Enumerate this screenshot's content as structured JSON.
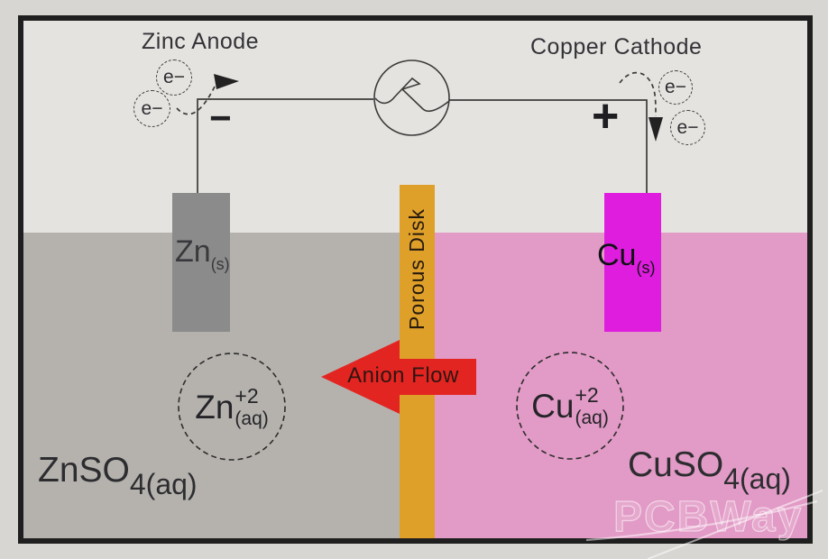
{
  "labels": {
    "zinc_anode": "Zinc Anode",
    "copper_cathode": "Copper Cathode",
    "minus": "−",
    "plus": "+",
    "electron": "e−",
    "porous_disk": "Porous Disk",
    "anion_flow": "Anion Flow"
  },
  "electrodes": {
    "zinc": {
      "symbol": "Zn",
      "state": "(s)"
    },
    "copper": {
      "symbol": "Cu",
      "state": "(s)"
    }
  },
  "ions": {
    "zinc": {
      "symbol": "Zn",
      "charge": "+2",
      "state": "(aq)"
    },
    "copper": {
      "symbol": "Cu",
      "charge": "+2",
      "state": "(aq)"
    }
  },
  "solutions": {
    "zinc": {
      "formula": "ZnSO",
      "subscript": "4(aq)"
    },
    "copper": {
      "formula": "CuSO",
      "subscript": "4(aq)"
    }
  },
  "watermark": "PCBWay",
  "colors": {
    "zinc_electrode": "#8b8b8b",
    "copper_electrode": "#df1ddf",
    "zinc_solution": "#b5b2ae",
    "copper_solution": "#e29ac6",
    "porous_disk": "#dfa02a",
    "anion_arrow": "#e32522",
    "frame": "#1f1f1f"
  }
}
